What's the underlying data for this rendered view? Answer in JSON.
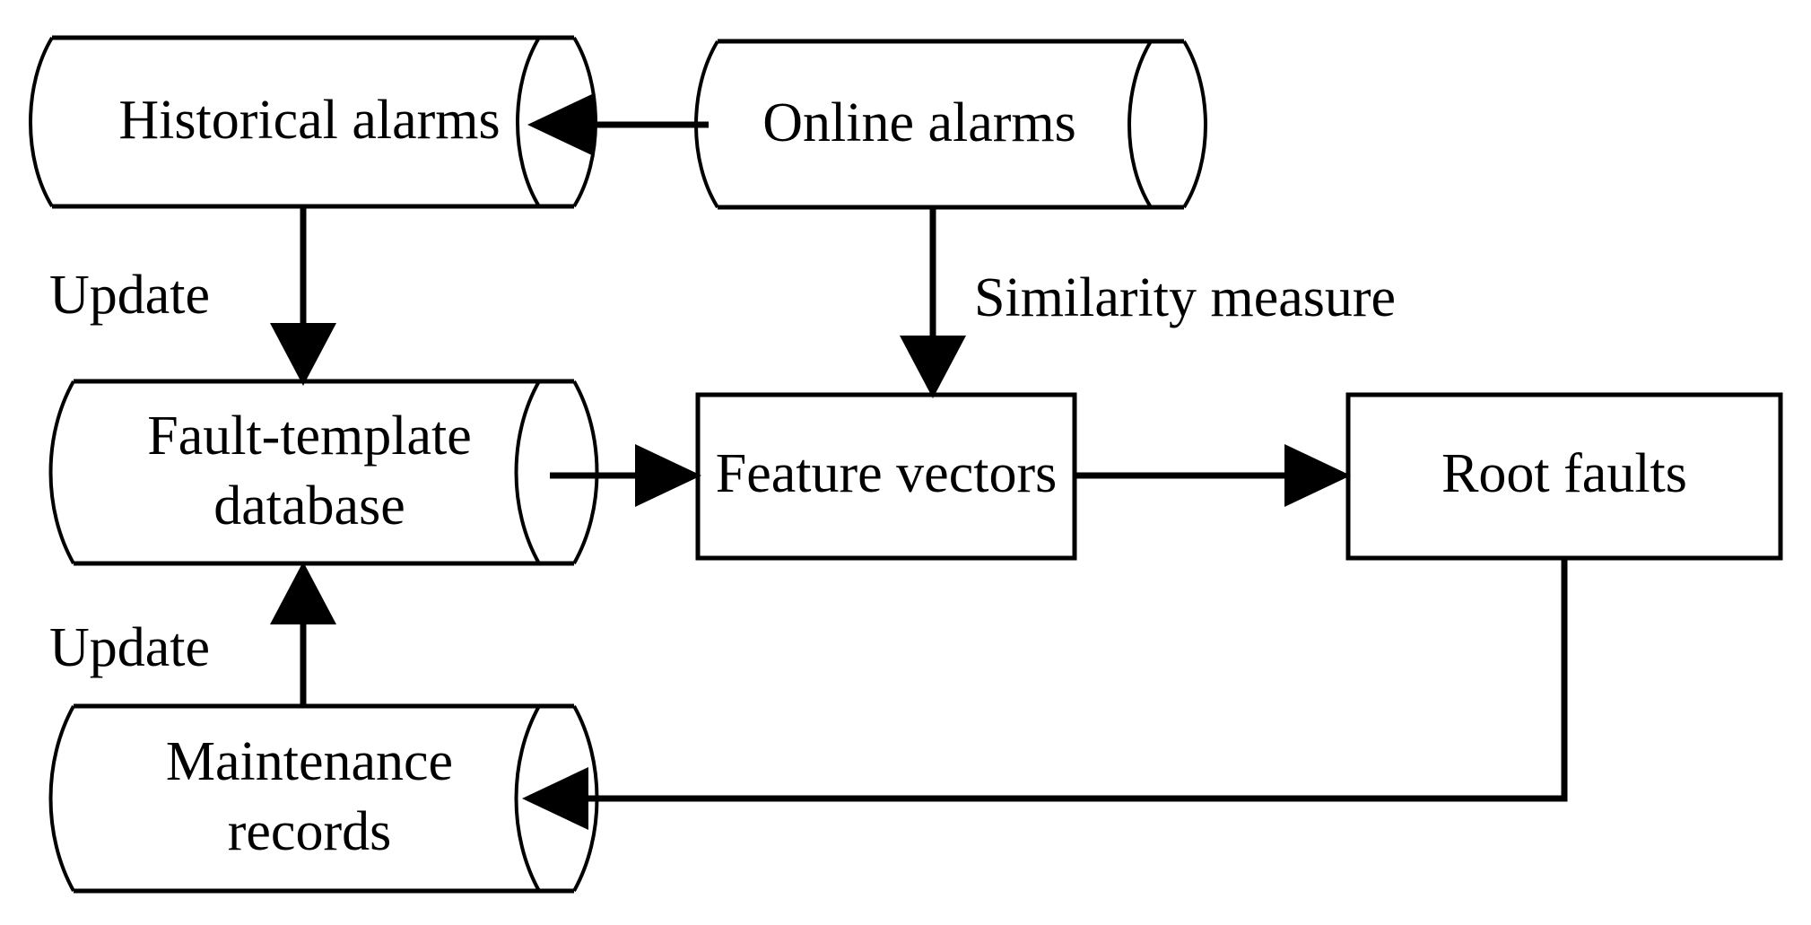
{
  "diagram": {
    "type": "flowchart",
    "background_color": "#ffffff",
    "line_color": "#000000",
    "nodes": [
      {
        "id": "historical-alarms",
        "label": "Historical alarms",
        "shape": "cylinder"
      },
      {
        "id": "online-alarms",
        "label": "Online alarms",
        "shape": "cylinder"
      },
      {
        "id": "fault-template-database",
        "label_line1": "Fault-template",
        "label_line2": "database",
        "shape": "cylinder"
      },
      {
        "id": "feature-vectors",
        "label": "Feature vectors",
        "shape": "rectangle"
      },
      {
        "id": "root-faults",
        "label": "Root faults",
        "shape": "rectangle"
      },
      {
        "id": "maintenance-records",
        "label_line1": "Maintenance",
        "label_line2": "records",
        "shape": "cylinder"
      }
    ],
    "edges": [
      {
        "id": "online-to-historical",
        "from": "online-alarms",
        "to": "historical-alarms",
        "label": ""
      },
      {
        "id": "historical-to-database",
        "from": "historical-alarms",
        "to": "fault-template-database",
        "label": "Update"
      },
      {
        "id": "online-to-features",
        "from": "online-alarms",
        "to": "feature-vectors",
        "label": "Similarity measure"
      },
      {
        "id": "database-to-features",
        "from": "fault-template-database",
        "to": "feature-vectors",
        "label": ""
      },
      {
        "id": "features-to-root-faults",
        "from": "feature-vectors",
        "to": "root-faults",
        "label": ""
      },
      {
        "id": "root-faults-to-maintenance",
        "from": "root-faults",
        "to": "maintenance-records",
        "label": ""
      },
      {
        "id": "maintenance-to-database",
        "from": "maintenance-records",
        "to": "fault-template-database",
        "label": "Update"
      }
    ],
    "labels": {
      "update_top": "Update",
      "update_bottom": "Update",
      "similarity_measure": "Similarity measure"
    }
  }
}
